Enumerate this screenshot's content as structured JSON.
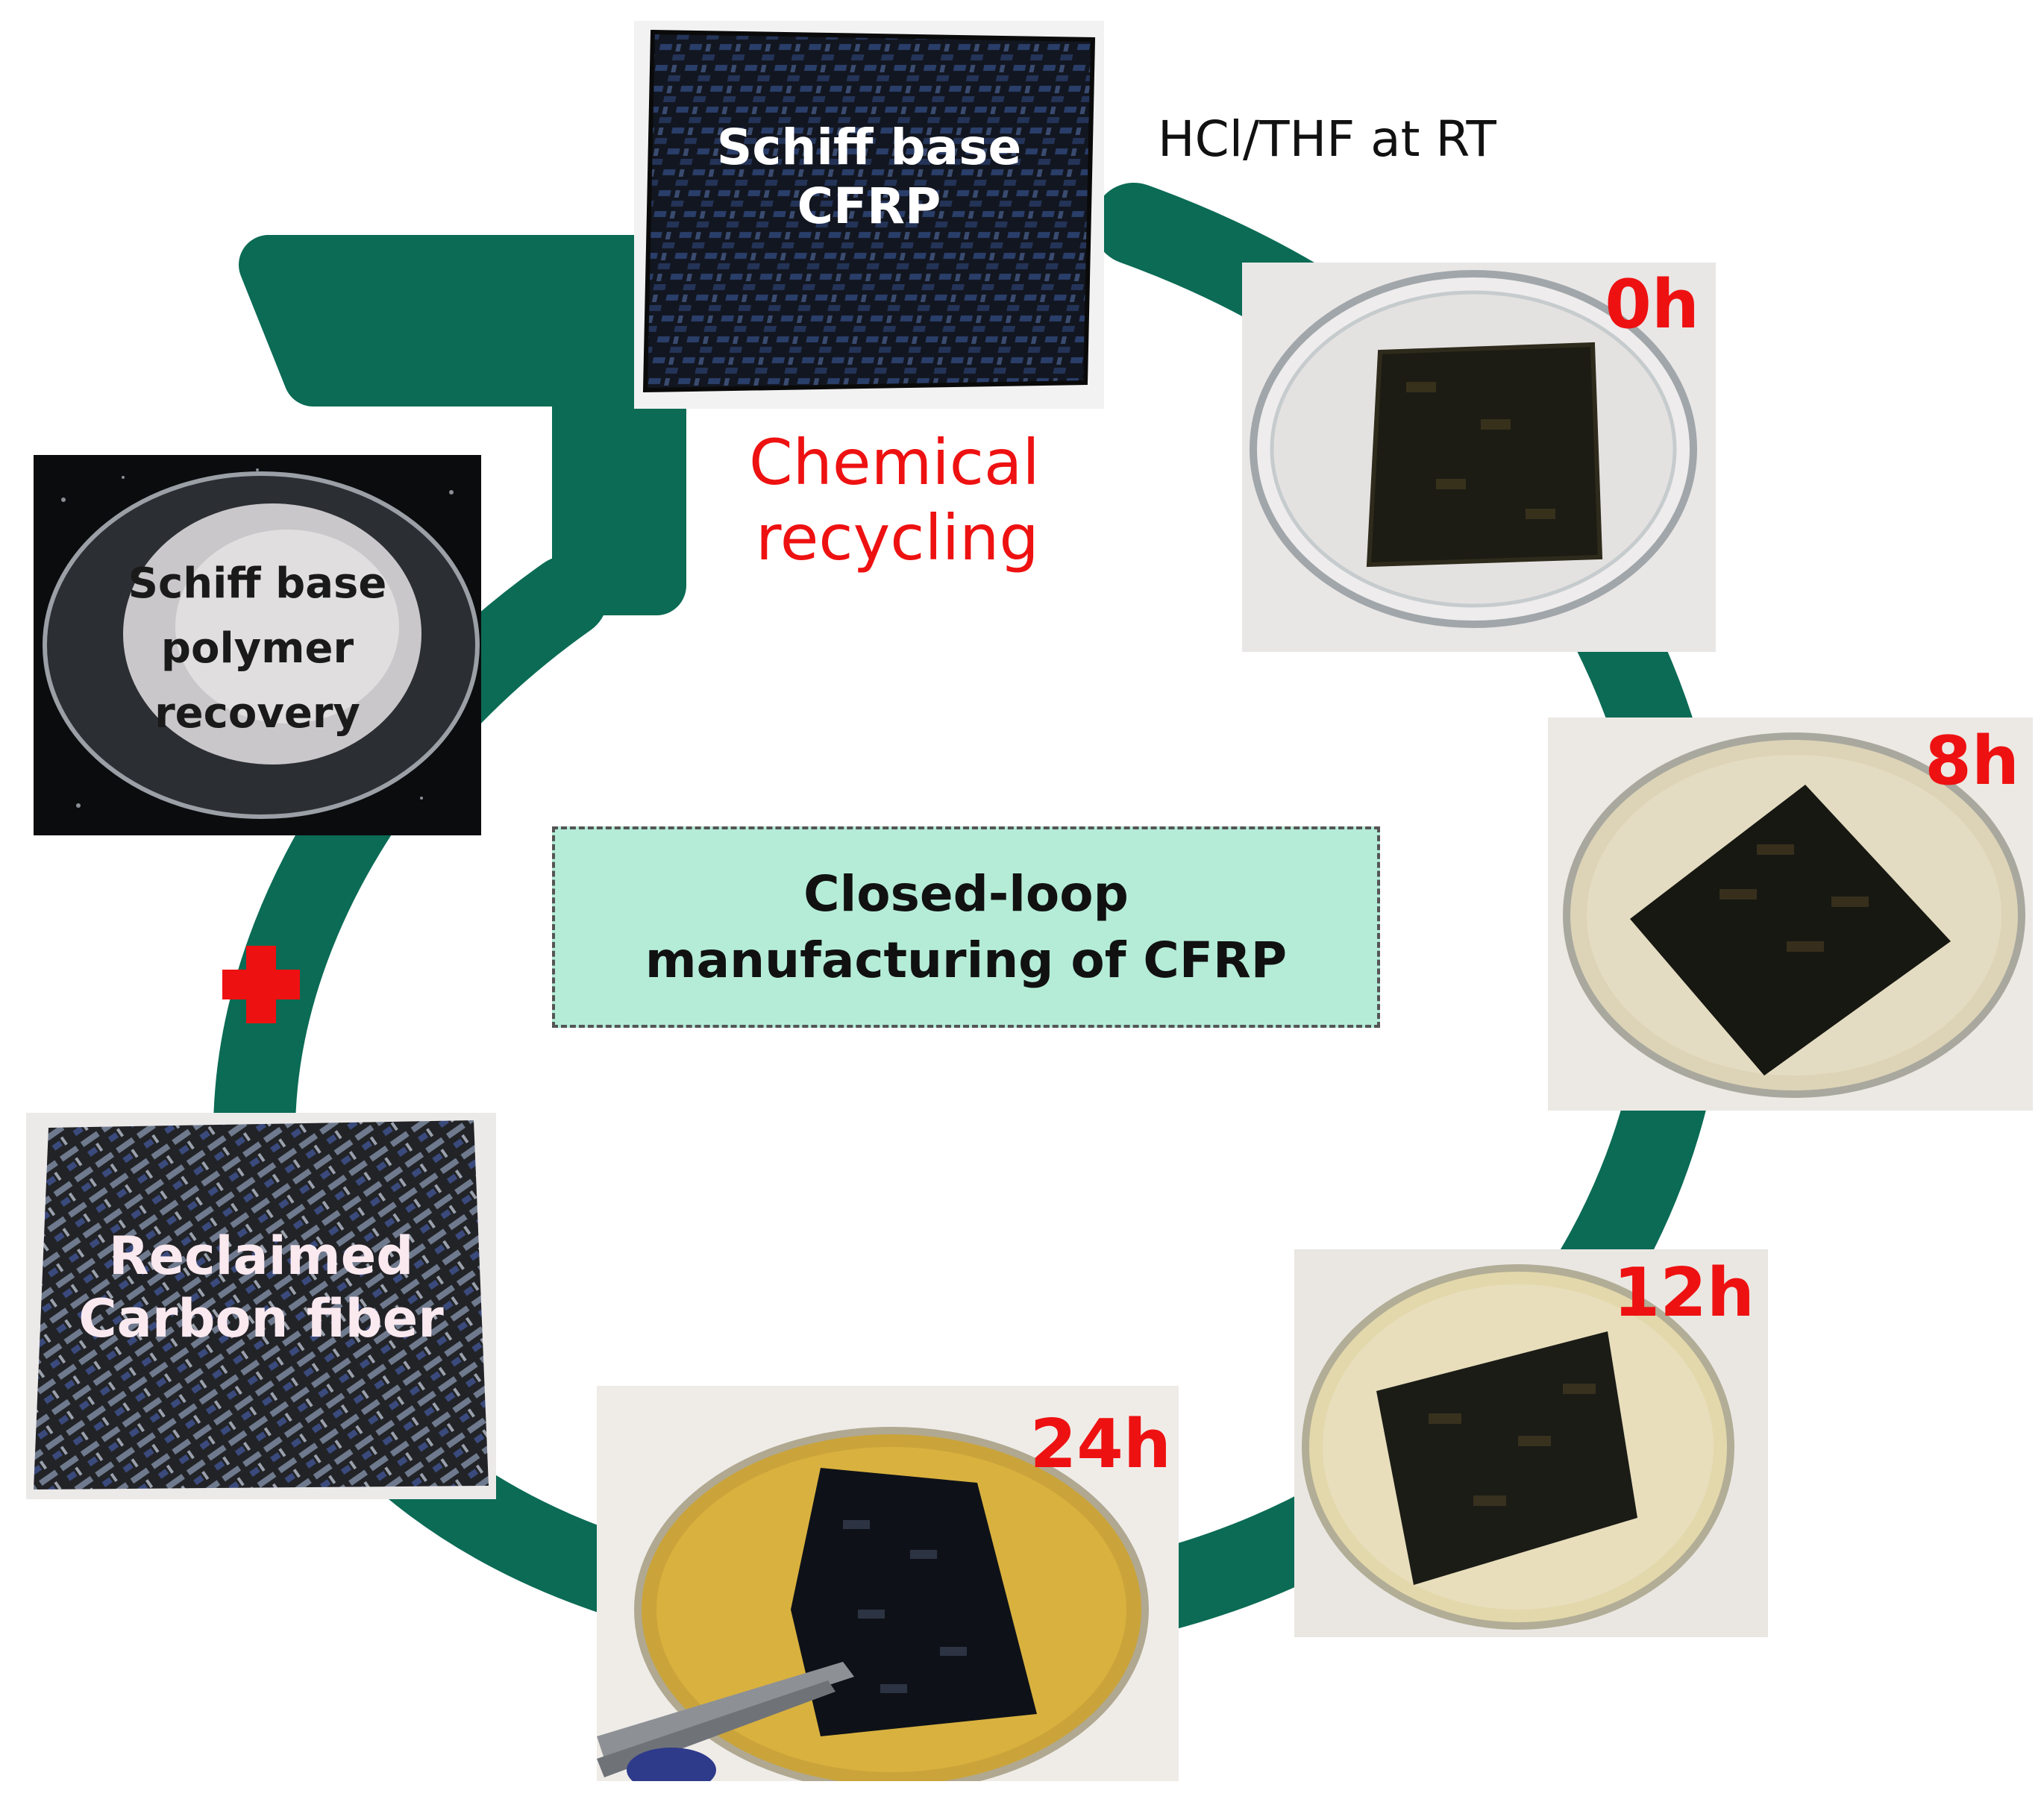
{
  "colors": {
    "loop": "#0b6b55",
    "accent_red": "#ee1111",
    "center_box_fill": "#b4ecd8"
  },
  "labels": {
    "reagent": "HCl/THF at RT",
    "chemical_recycling_line1": "Chemical",
    "chemical_recycling_line2": "recycling",
    "center_line1": "Closed-loop",
    "center_line2": "manufacturing of CFRP",
    "plus_icon": "plus-icon"
  },
  "photos": {
    "cfrp": {
      "line1": "Schiff base",
      "line2": "CFRP"
    },
    "polymer": {
      "line1": "Schiff base",
      "line2": "polymer",
      "line3": "recovery"
    },
    "fiber": {
      "line1": "Reclaimed",
      "line2": "Carbon fiber"
    },
    "t0": {
      "time": "0h"
    },
    "t8": {
      "time": "8h"
    },
    "t12": {
      "time": "12h"
    },
    "t24": {
      "time": "24h"
    }
  }
}
